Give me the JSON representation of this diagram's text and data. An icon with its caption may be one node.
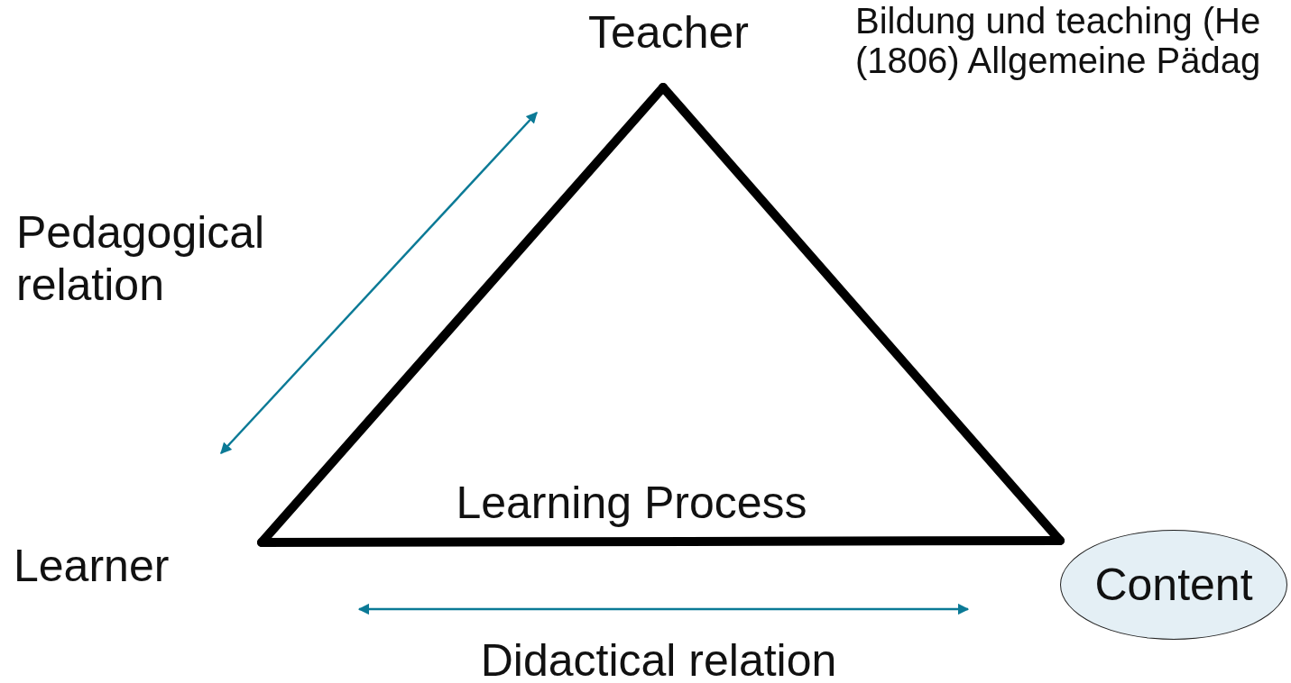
{
  "diagram": {
    "nodes": [
      {
        "text": [
          "Teacher"
        ]
      },
      {
        "text": [
          "Learner"
        ]
      },
      {
        "text": [
          "Content"
        ]
      }
    ],
    "edges": [
      {
        "from": 0,
        "to": 1,
        "arrow": "none"
      },
      {
        "from": 1,
        "to": 2,
        "arrow": "none"
      },
      {
        "from": 2,
        "to": 0,
        "arrow": "none"
      }
    ],
    "labels": [
      "Bildung und teaching (He",
      "(1806) Allgemeine Pädag",
      "Pedagogical relation",
      "Learning Process",
      "Didactical relation"
    ]
  }
}
